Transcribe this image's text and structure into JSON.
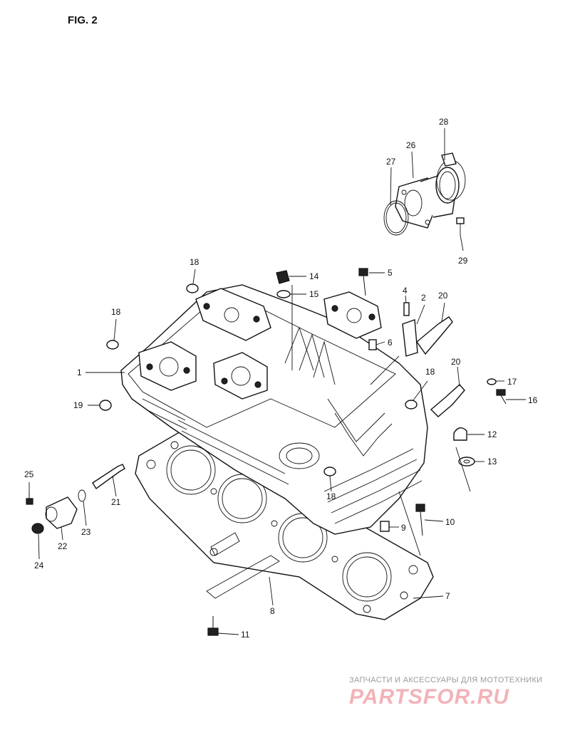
{
  "figure_title": "FIG. 2",
  "callouts": [
    "1",
    "2",
    "4",
    "5",
    "6",
    "7",
    "8",
    "9",
    "10",
    "11",
    "12",
    "13",
    "14",
    "15",
    "16",
    "17",
    "18",
    "18",
    "18",
    "18",
    "19",
    "20",
    "20",
    "21",
    "22",
    "23",
    "24",
    "25",
    "26",
    "27",
    "28",
    "29"
  ],
  "watermark": {
    "subtitle": "ЗАПЧАСТИ И АКСЕССУАРЫ ДЛЯ МОТОТЕХНИКИ",
    "logo": "PARTSFOR.RU"
  }
}
